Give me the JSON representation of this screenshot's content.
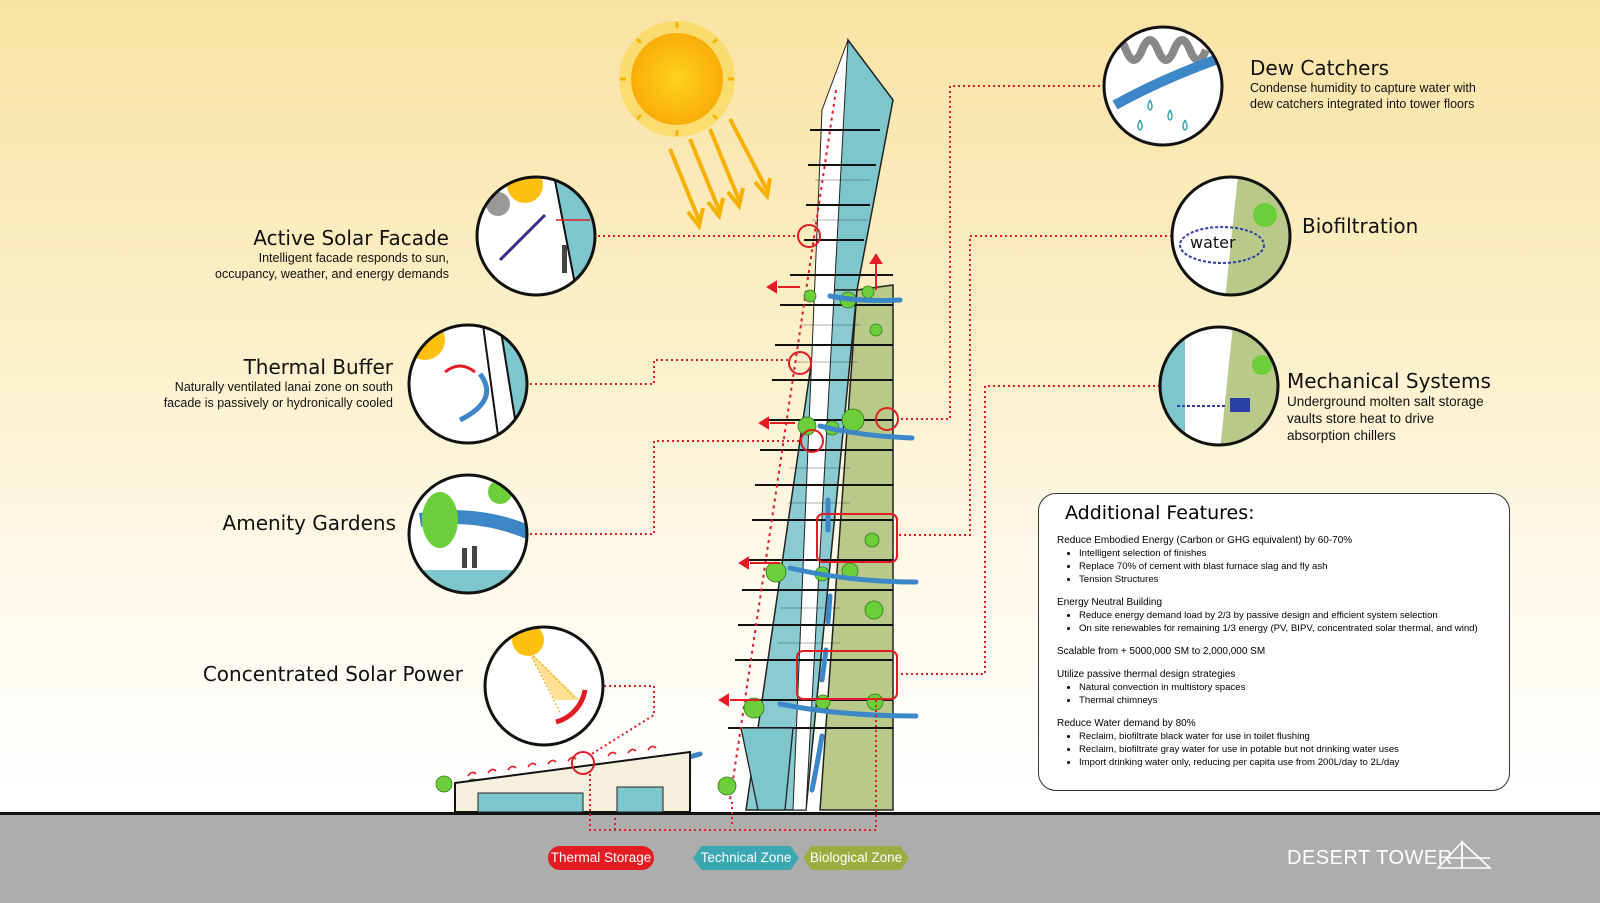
{
  "callouts": {
    "active_solar": {
      "title": "Active Solar Facade",
      "desc": [
        "Intelligent facade responds to sun,",
        "occupancy, weather, and energy demands"
      ]
    },
    "thermal_buffer": {
      "title": "Thermal Buffer",
      "desc": [
        "Naturally ventilated lanai zone on south",
        "facade is passively or hydronically cooled"
      ]
    },
    "amenity_gardens": {
      "title": "Amenity Gardens"
    },
    "csp": {
      "title": "Concentrated Solar Power"
    },
    "dew_catchers": {
      "title": "Dew Catchers",
      "desc": [
        "Condense humidity to capture water with",
        "dew catchers integrated into tower floors"
      ]
    },
    "biofiltration": {
      "title": "Biofiltration",
      "inset_label": "water"
    },
    "mechanical": {
      "title": "Mechanical Systems",
      "desc": [
        "Underground molten salt storage",
        "vaults store heat to drive",
        "absorption chillers"
      ]
    }
  },
  "features": {
    "title": "Additional Features:",
    "sections": [
      {
        "heading": "Reduce Embodied Energy (Carbon or GHG equivalent) by 60-70%",
        "items": [
          "Intelligent selection of finishes",
          "Replace 70% of cement with blast furnace slag and fly ash",
          "Tension Structures"
        ]
      },
      {
        "heading": "Energy Neutral Building",
        "items": [
          "Reduce energy demand load by 2/3 by passive design and efficient system selection",
          "On site renewables for remaining 1/3 energy (PV, BIPV, concentrated solar thermal, and wind)"
        ]
      },
      {
        "heading": "Scalable from + 5000,000 SM to 2,000,000 SM",
        "items": []
      },
      {
        "heading": "Utilize passive thermal design strategies",
        "items": [
          "Natural convection in multistory spaces",
          "Thermal chimneys"
        ]
      },
      {
        "heading": "Reduce Water demand by 80%",
        "items": [
          "Reclaim, biofiltrate black water for use in toilet flushing",
          "Reclaim, biofiltrate gray water for use in potable but not drinking water uses",
          "Import drinking water only, reducing per capita use from 200L/day to 2L/day"
        ]
      }
    ]
  },
  "legend": {
    "thermal_storage": "Thermal  Storage",
    "technical_zone": "Technical Zone",
    "biological_zone": "Biological Zone"
  },
  "brand": "DESERT TOWER",
  "colors": {
    "thermal": "#e31b23",
    "technical": "#3aa7b3",
    "biological": "#9aad3e",
    "glass": "#82c9cf",
    "sun": "#fdc00f"
  }
}
